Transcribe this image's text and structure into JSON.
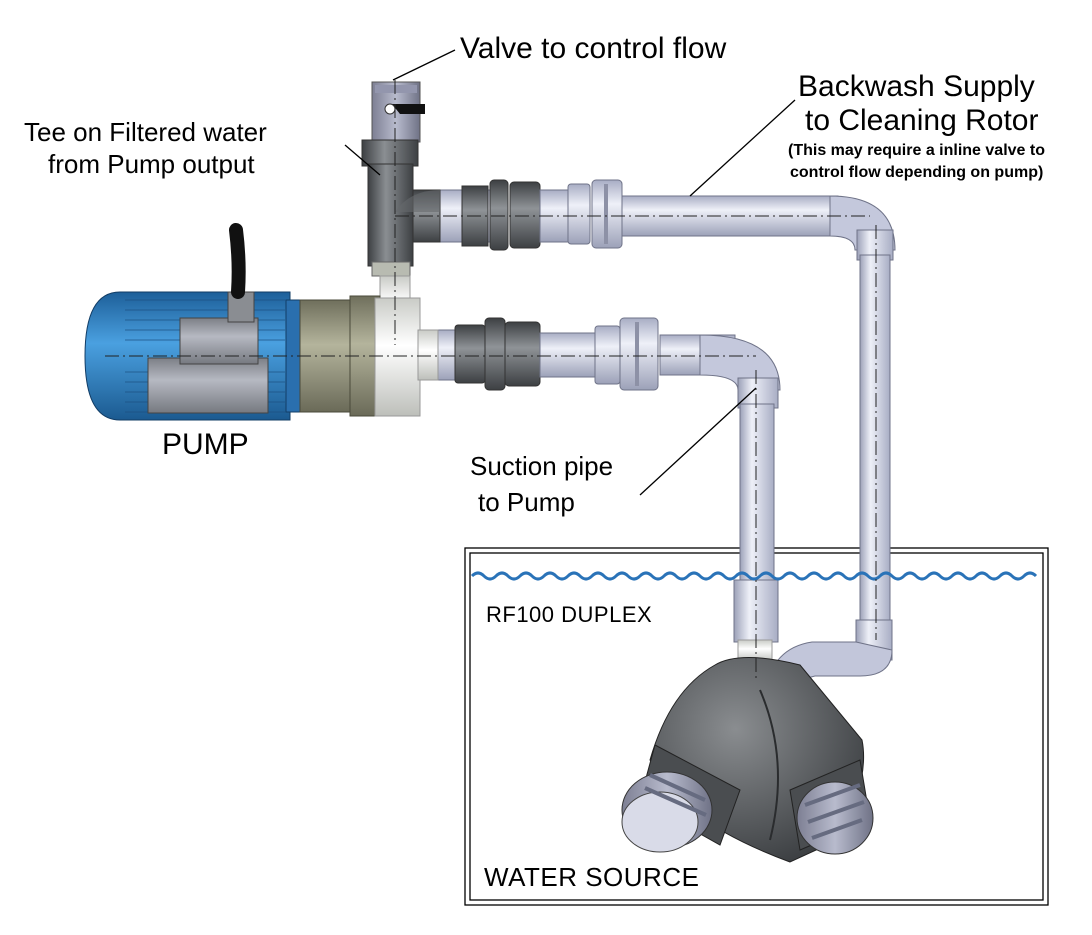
{
  "labels": {
    "valve": "Valve to control flow",
    "backwash_line1": "Backwash Supply",
    "backwash_line2": "to Cleaning Rotor",
    "backwash_note_line1": "(This may require a inline valve to",
    "backwash_note_line2": "control flow depending on pump)",
    "tee_line1": "Tee on Filtered water",
    "tee_line2": "from Pump output",
    "pump": "PUMP",
    "suction_line1": "Suction pipe",
    "suction_line2": "to Pump",
    "unit": "RF100  DUPLEX",
    "source": "WATER SOURCE"
  },
  "colors": {
    "pipe": "#c9cde0",
    "pump_motor": "#2f7fc1",
    "dark_fitting": "#5c5f62",
    "water_line": "#2a73b8"
  }
}
